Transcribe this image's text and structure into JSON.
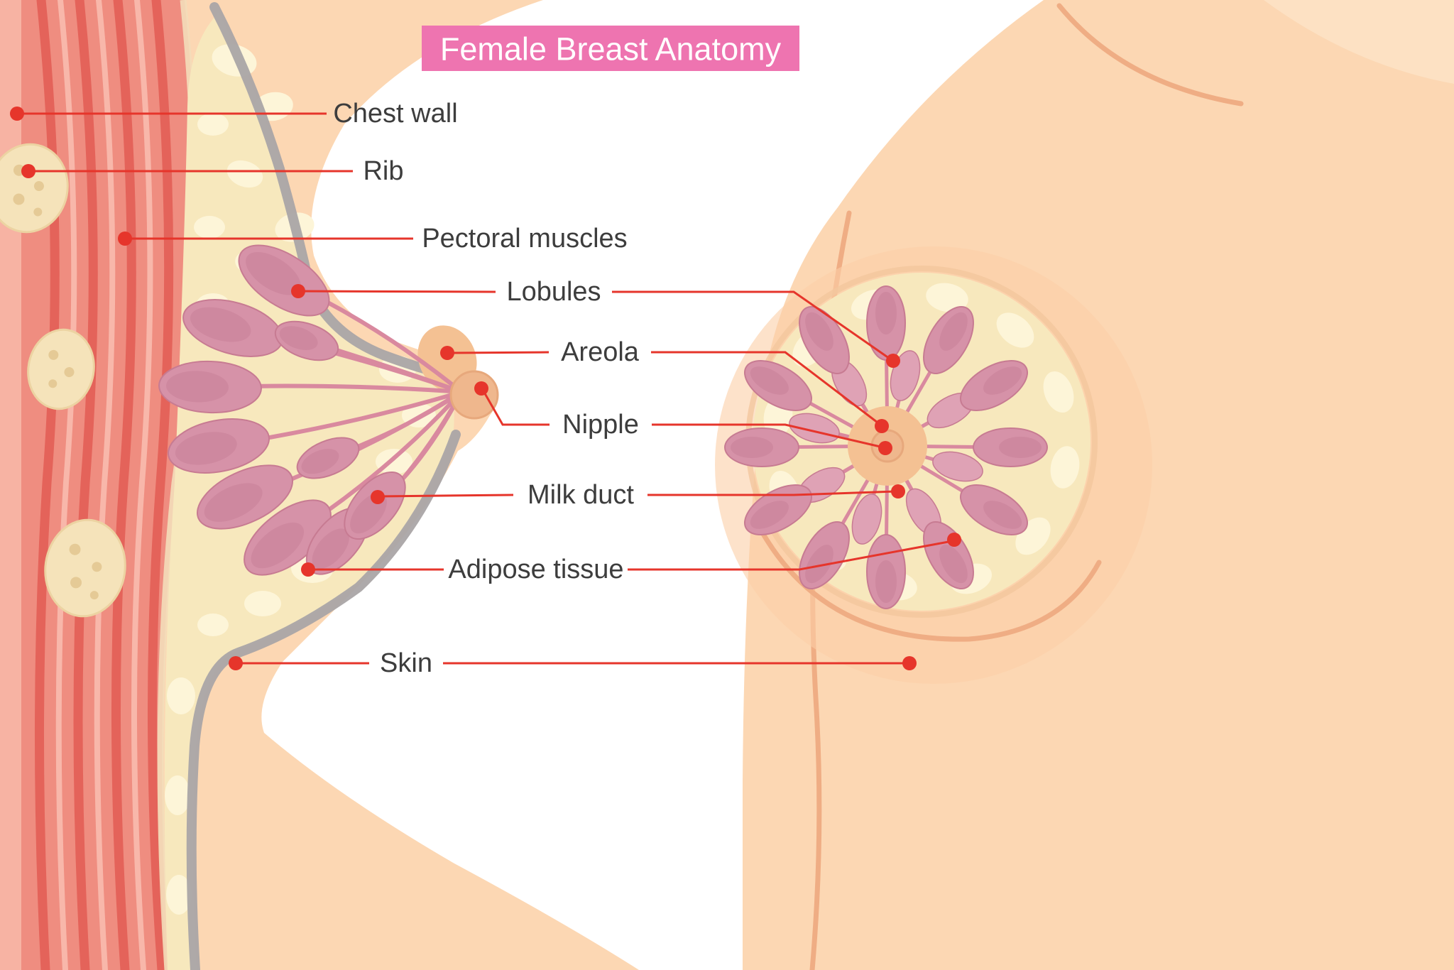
{
  "title": {
    "text": "Female Breast Anatomy"
  },
  "labels": [
    {
      "id": "chest-wall",
      "text": "Chest wall"
    },
    {
      "id": "rib",
      "text": "Rib"
    },
    {
      "id": "pectoral-muscles",
      "text": "Pectoral muscles"
    },
    {
      "id": "lobules",
      "text": "Lobules"
    },
    {
      "id": "areola",
      "text": "Areola"
    },
    {
      "id": "nipple",
      "text": "Nipple"
    },
    {
      "id": "milk-duct",
      "text": "Milk duct"
    },
    {
      "id": "adipose-tissue",
      "text": "Adipose tissue"
    },
    {
      "id": "skin",
      "text": "Skin"
    }
  ],
  "colors": {
    "banner_bg": "#ee74b0",
    "banner_text": "#ffffff",
    "label_text": "#3d3d3d",
    "leader_line": "#e6352b",
    "marker_dot": "#e6352b",
    "skin_tone": "#fcd7b3",
    "skin_shade": "#fbcfa6",
    "skin_highlight": "#fde3c5",
    "body_line": "#efad84",
    "muscle": "#ef8d80",
    "muscle_stripe": "#e4635a",
    "muscle_light": "#f8b7aa",
    "muscle_edge_strip": "#f7b3a3",
    "rib": "#f5e3ba",
    "rib_speckle": "#e5ca96",
    "fascia_gray": "#aaa5a7",
    "adipose": "#f7e8bd",
    "adipose_blob": "#fdf5d8",
    "adipose_streak": "#f3ddb9",
    "lobule": "#d692a8",
    "lobule_dark": "#c87f97",
    "lobule_light": "#dfa2b5",
    "lobule_edge": "#c77b92",
    "duct": "#d9899f",
    "areola": "#f4c193",
    "nipple": "#efb78d",
    "nipple_edge": "#e7a87c",
    "background": "#ffffff"
  }
}
